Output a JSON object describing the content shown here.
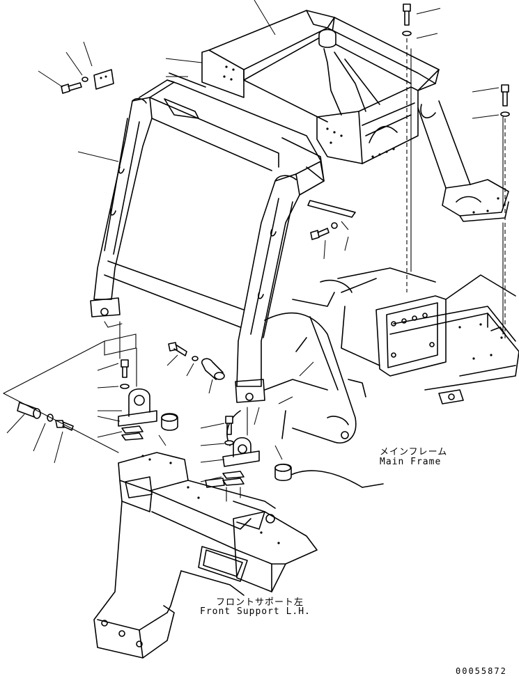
{
  "labels": {
    "main_frame_jp": "メインフレーム",
    "main_frame_en": "Main Frame",
    "front_support_jp": "フロントサポート左",
    "front_support_en": "Front Support L.H.",
    "drawing_number": "00055872"
  },
  "colors": {
    "line": "#000000",
    "background": "#ffffff"
  }
}
